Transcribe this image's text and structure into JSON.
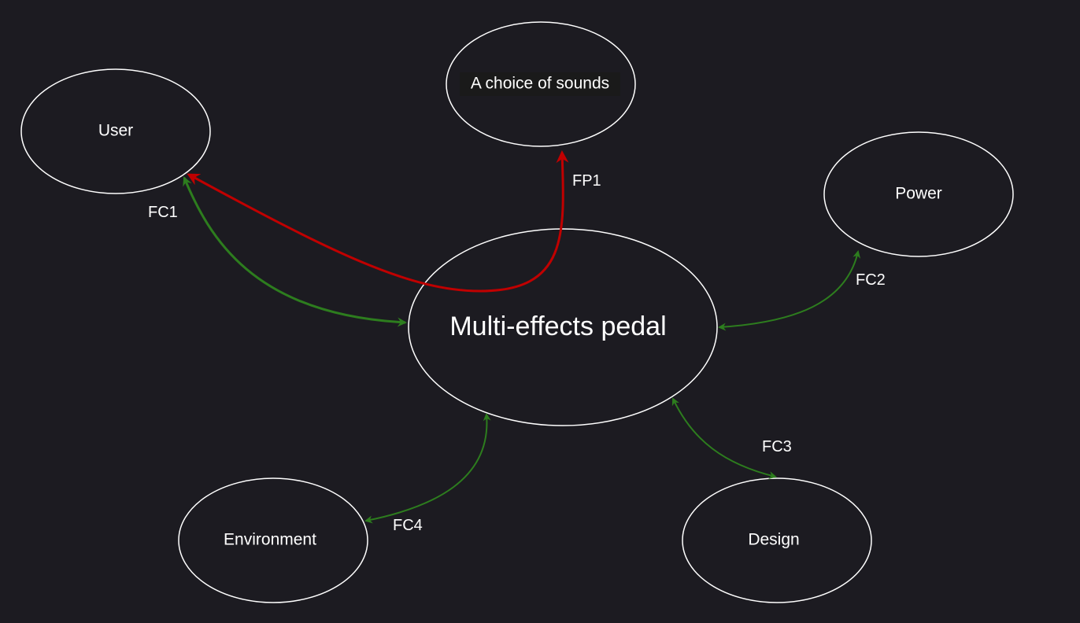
{
  "colors": {
    "background": "#1c1b21",
    "node_stroke": "#ffffff",
    "interface_green": "#2d7d1e",
    "function_red": "#c00000",
    "text": "#ffffff"
  },
  "nodes": {
    "center": {
      "label": "Multi-effects pedal"
    },
    "user": {
      "label": "User"
    },
    "sounds": {
      "label": "A choice of sounds"
    },
    "power": {
      "label": "Power"
    },
    "environment": {
      "label": "Environment"
    },
    "design": {
      "label": "Design"
    }
  },
  "edges": {
    "fc1": {
      "label": "FC1",
      "from": "User",
      "to": "Multi-effects pedal"
    },
    "fc2": {
      "label": "FC2",
      "from": "Power",
      "to": "Multi-effects pedal"
    },
    "fc3": {
      "label": "FC3",
      "from": "Design",
      "to": "Multi-effects pedal"
    },
    "fc4": {
      "label": "FC4",
      "from": "Environment",
      "to": "Multi-effects pedal"
    },
    "fp1": {
      "label": "FP1",
      "from": "User",
      "to": "A choice of sounds"
    }
  }
}
